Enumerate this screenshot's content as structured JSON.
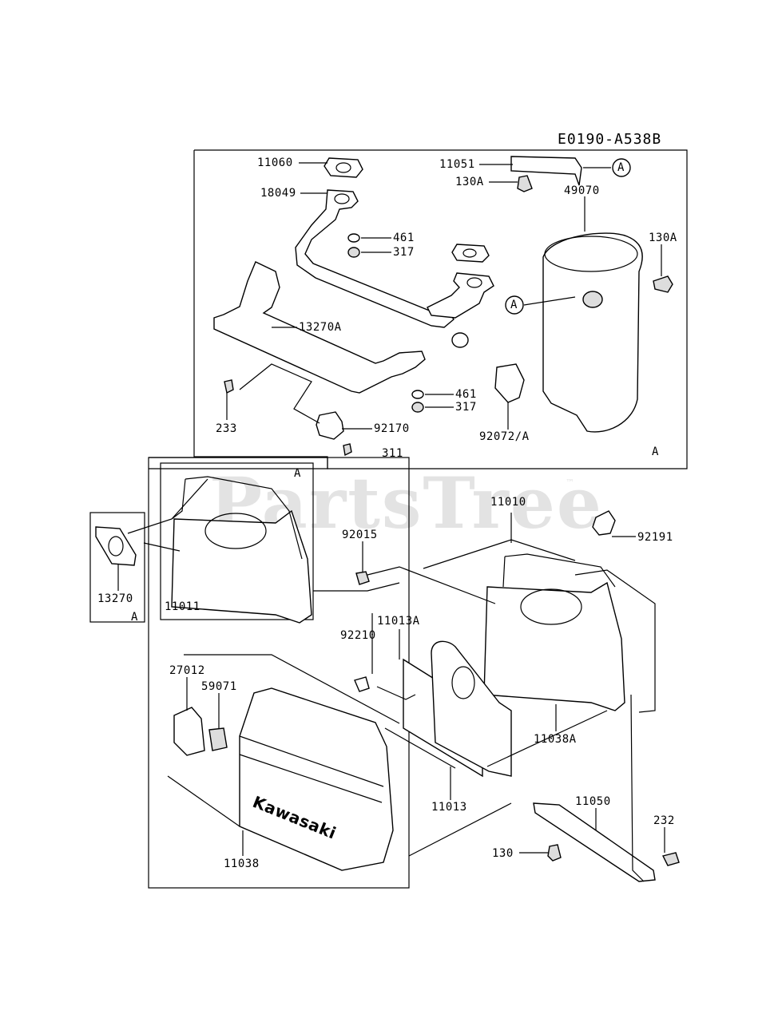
{
  "diagram": {
    "code": "E0190-A538B",
    "watermark": "PartsTree",
    "trademark": "™",
    "callouts": {
      "a_upper_right": "A",
      "a_muffler": "A",
      "a_lower_left": "A",
      "a_inset_top": "A",
      "a_corner_upper": "A"
    },
    "labels": {
      "p11060": "11060",
      "p11051": "11051",
      "p49070": "49070",
      "p18049": "18049",
      "p461a": "461",
      "p317a": "317",
      "p130a1": "130A",
      "p130a2": "130A",
      "p13270a": "13270A",
      "p233": "233",
      "p461b": "461",
      "p317b": "317",
      "p92170": "92170",
      "p92072": "92072/A",
      "p311": "311",
      "p11010": "11010",
      "p92191": "92191",
      "p92015": "92015",
      "p13270": "13270",
      "p11011": "11011",
      "p11013a": "11013A",
      "p92210": "92210",
      "p27012": "27012",
      "p59071": "59071",
      "p11038a": "11038A",
      "p11013": "11013",
      "p11050": "11050",
      "p232": "232",
      "p130": "130",
      "p11038": "11038"
    },
    "brand_text": "Kawasaki"
  }
}
